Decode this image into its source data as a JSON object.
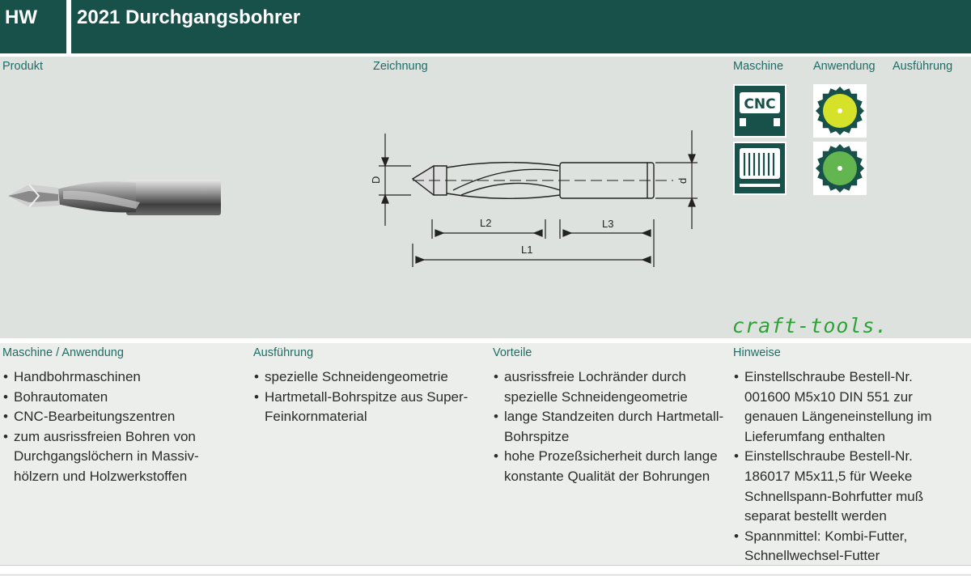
{
  "header": {
    "code": "HW",
    "title": "2021 Durchgangsbohrer"
  },
  "labels": {
    "produkt": "Produkt",
    "zeichnung": "Zeichnung",
    "maschine": "Maschine",
    "anwendung": "Anwendung",
    "ausfuehrung": "Ausführung"
  },
  "drawing": {
    "D": "D",
    "d": "d",
    "L1": "L1",
    "L2": "L2",
    "L3": "L3"
  },
  "icons": {
    "cnc_text": "CNC",
    "machine_1": "cnc-machine-icon",
    "machine_2": "drilling-machine-icon",
    "application_1": "saw-blade-yellow-icon",
    "application_2": "saw-blade-green-icon",
    "colors": {
      "yellow": "#d6e22a",
      "green": "#63b64f",
      "dark_teal": "#17514a",
      "accent_teal": "#1f6c66"
    }
  },
  "brand": "craft-tools.",
  "sections": [
    {
      "title": "Maschine / Anwendung",
      "items": [
        "Handbohrmaschinen",
        "Bohrautomaten",
        "CNC-Bearbeitungszentren",
        "zum ausrissfreien Bohren von Durchgangslöchern in Massiv-hölzern und Holzwerkstoffen"
      ]
    },
    {
      "title": "Ausführung",
      "items": [
        "spezielle Schneidengeometrie",
        "Hartmetall-Bohrspitze aus Super-Feinkornmaterial"
      ]
    },
    {
      "title": "Vorteile",
      "items": [
        "ausrissfreie Lochränder durch spezielle Schneidengeometrie",
        "lange Standzeiten durch Hartmetall-Bohrspitze",
        "hohe Prozeßsicherheit durch lange konstante Qualität der Bohrungen"
      ]
    },
    {
      "title": "Hinweise",
      "items": [
        "Einstellschraube Bestell-Nr. 001600 M5x10 DIN 551 zur genauen Längeneinstellung im Lieferumfang enthalten",
        "Einstellschraube Bestell-Nr. 186017 M5x11,5 für Weeke Schnellspann-Bohrfutter muß separat bestellt werden",
        "Spannmittel: Kombi-Futter, Schnellwechsel-Futter"
      ]
    }
  ]
}
